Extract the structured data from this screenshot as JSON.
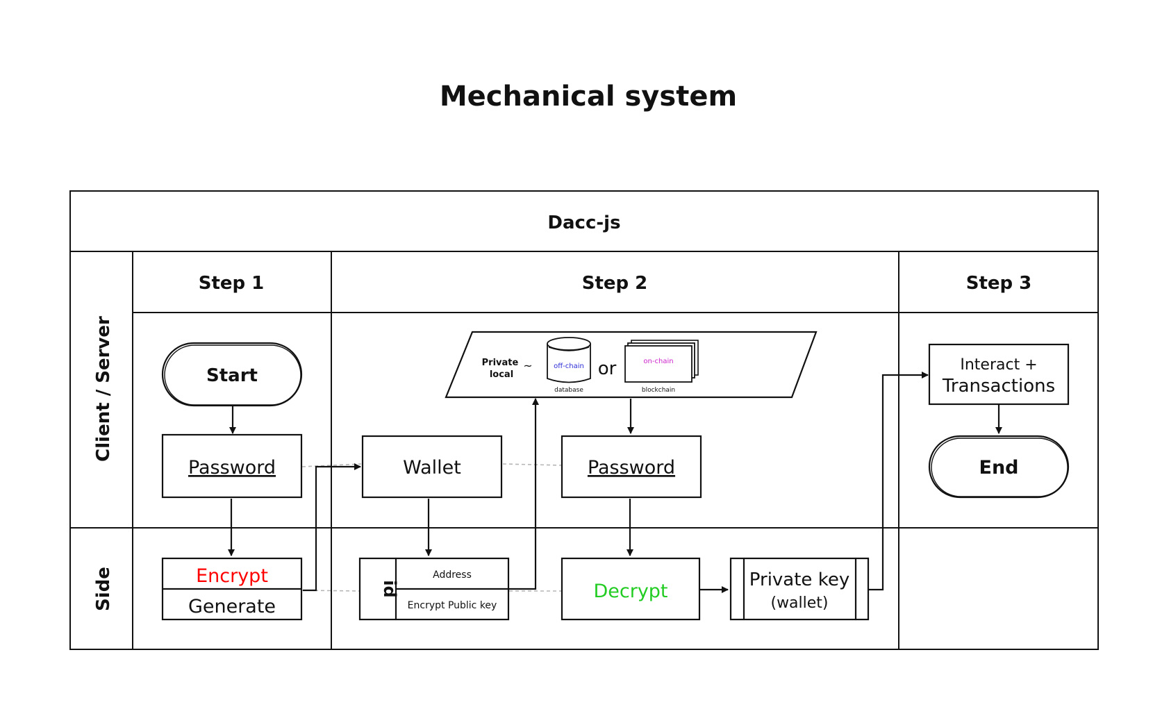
{
  "title": "Mechanical system",
  "pool": {
    "label": "Dacc-js"
  },
  "lanes": {
    "top": "Client / Server",
    "bottom": "Side"
  },
  "steps": {
    "s1": "Step 1",
    "s2": "Step 2",
    "s3": "Step 3"
  },
  "nodes": {
    "start": "Start",
    "password1": "Password",
    "encrypt": "Encrypt",
    "generate": "Generate",
    "wallet": "Wallet",
    "id": "id",
    "address": "Address",
    "encrypt_public_key": "Encrypt Public key",
    "storage": {
      "private_line1": "Private",
      "private_line2": "local",
      "tilde": "~",
      "offchain": "off-chain",
      "database": "database",
      "or": "or",
      "onchain": "on-chain",
      "blockchain": "blockchain"
    },
    "password2": "Password",
    "decrypt": "Decrypt",
    "privatekey_line1": "Private key",
    "privatekey_line2": "(wallet)",
    "interact_line1": "Interact +",
    "interact_line2": "Transactions",
    "end": "End"
  },
  "colors": {
    "encrypt": "#ff0000",
    "decrypt": "#22cc22",
    "offchain": "#2b2bd6",
    "onchain": "#cc22cc"
  }
}
